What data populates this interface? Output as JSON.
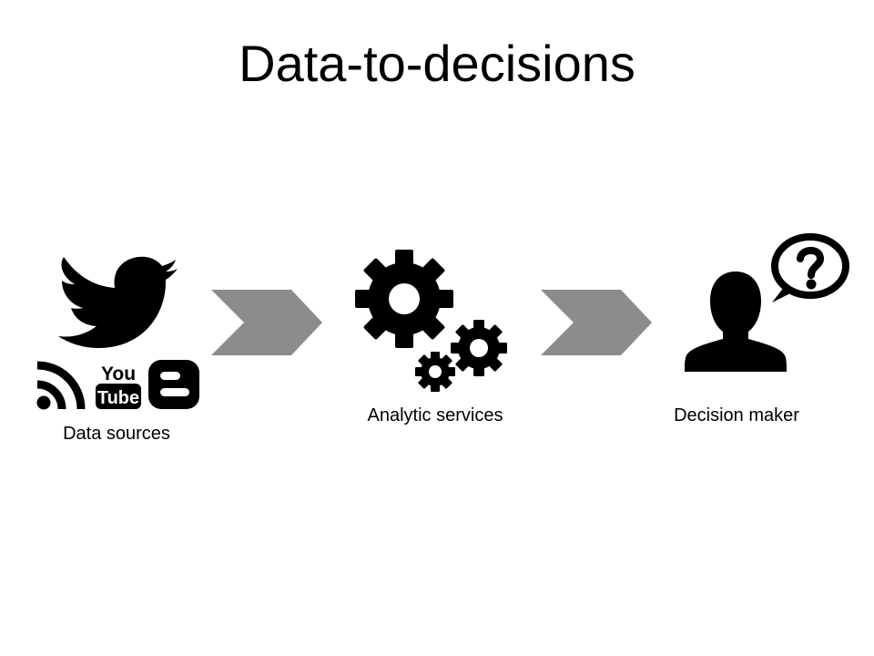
{
  "slide": {
    "title": "Data-to-decisions"
  },
  "stages": [
    {
      "label": "Data sources",
      "icons": [
        "twitter-bird-icon",
        "rss-feed-icon",
        "youtube-icon",
        "blogger-icon"
      ]
    },
    {
      "label": "Analytic services",
      "icons": [
        "gears-icon"
      ]
    },
    {
      "label": "Decision maker",
      "icons": [
        "person-icon",
        "question-speech-bubble-icon"
      ]
    }
  ],
  "youtube_logo": {
    "line1": "You",
    "line2": "Tube"
  },
  "colors": {
    "icon": "#000000",
    "arrow": "#8c8c8c",
    "background": "#ffffff"
  }
}
